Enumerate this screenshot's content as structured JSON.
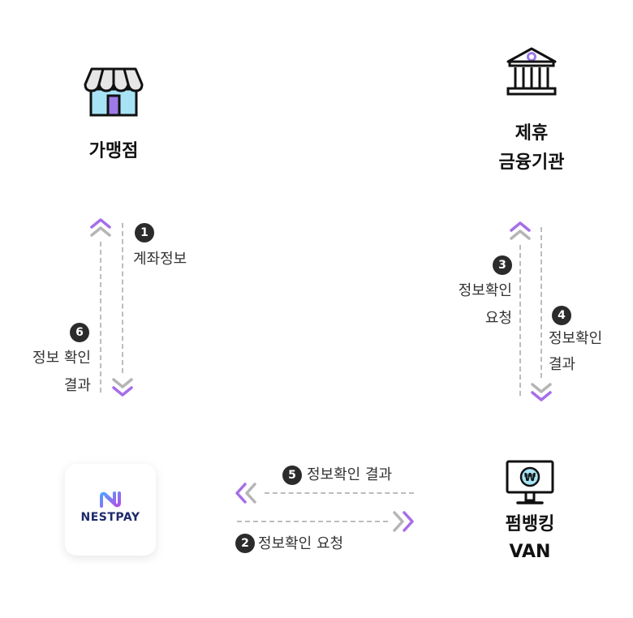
{
  "nodes": {
    "merchant": {
      "label": "가맹점",
      "icon": "store-icon"
    },
    "bank": {
      "label_line1": "제휴",
      "label_line2": "금융기관",
      "icon": "bank-icon"
    },
    "van": {
      "label_line1": "펌뱅킹",
      "label_line2": "VAN",
      "icon": "monitor-won-icon"
    },
    "nestpay": {
      "logo_text": "NESTPAY",
      "icon": "nestpay-logo-icon"
    }
  },
  "steps": [
    {
      "num": "1",
      "lines": [
        "계좌정보"
      ]
    },
    {
      "num": "2",
      "lines": [
        "정보확인 요청"
      ]
    },
    {
      "num": "3",
      "lines": [
        "정보확인",
        "요청"
      ]
    },
    {
      "num": "4",
      "lines": [
        "정보확인",
        "결과"
      ]
    },
    {
      "num": "5",
      "lines": [
        "정보확인 결과"
      ]
    },
    {
      "num": "6",
      "lines": [
        "정보 확인",
        "결과"
      ]
    }
  ],
  "colors": {
    "accent_purple": "#a56ee8",
    "arrow_gray": "#b5b5b5",
    "dash_gray": "#bdbdbd",
    "store_awning_fill": "#e6e6e6",
    "store_body_fill": "#a8e3f5",
    "store_door": "#9d7ae8",
    "bank_accent": "#9d7ae8",
    "monitor_screen": "#a8e3f5",
    "nestpay_navy": "#1d2a6b"
  }
}
